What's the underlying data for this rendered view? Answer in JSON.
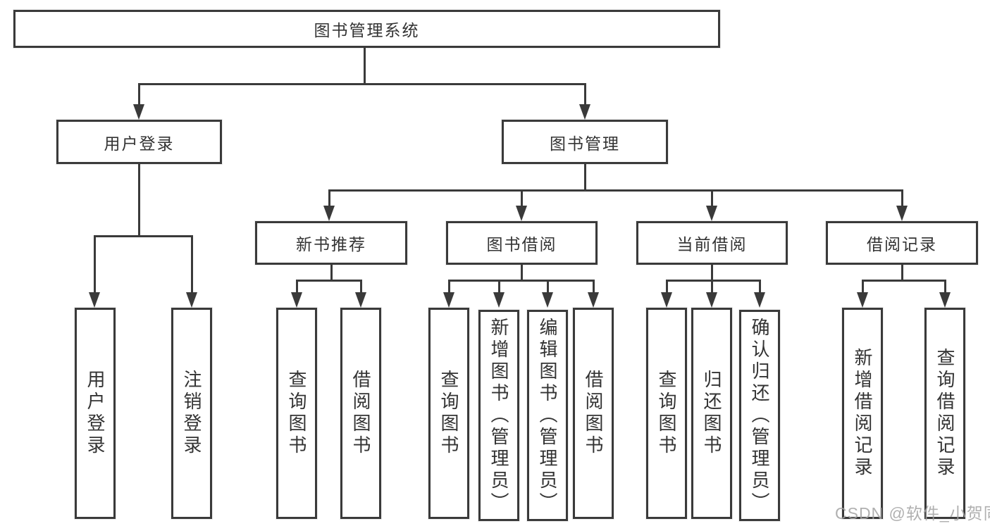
{
  "tree": {
    "label": "图书管理系统",
    "children": [
      {
        "label": "用户登录",
        "children": [
          {
            "label": "用户登录"
          },
          {
            "label": "注销登录"
          }
        ]
      },
      {
        "label": "图书管理",
        "children": [
          {
            "label": "新书推荐",
            "children": [
              {
                "label": "查询图书"
              },
              {
                "label": "借阅图书"
              }
            ]
          },
          {
            "label": "图书借阅",
            "children": [
              {
                "label": "查询图书"
              },
              {
                "label": "新增图书（管理员）"
              },
              {
                "label": "编辑图书（管理员）"
              },
              {
                "label": "借阅图书"
              }
            ]
          },
          {
            "label": "当前借阅",
            "children": [
              {
                "label": "查询图书"
              },
              {
                "label": "归还图书"
              },
              {
                "label": "确认归还（管理员）"
              }
            ]
          },
          {
            "label": "借阅记录",
            "children": [
              {
                "label": "新增借阅记录"
              },
              {
                "label": "查询借阅记录"
              }
            ]
          }
        ]
      }
    ]
  },
  "watermark": {
    "text": "CSDN @软件_小贺同学"
  },
  "colors": {
    "line": "#3a3a3a",
    "border": "#3a3a3a",
    "text": "#333333",
    "background": "#ffffff",
    "watermark": "#a3a3a3"
  }
}
